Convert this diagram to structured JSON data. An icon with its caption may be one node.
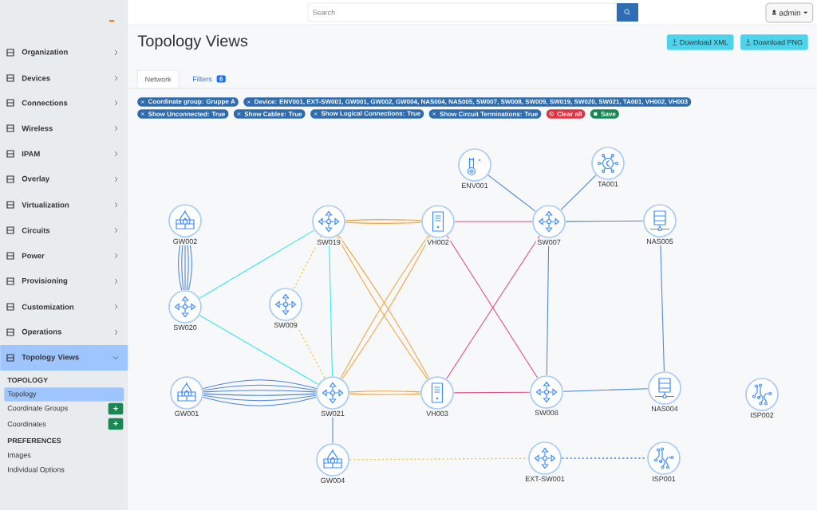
{
  "diagram": {
    "title": "Topology Views",
    "nodes": [
      {
        "text": [
          "ENV001"
        ]
      },
      {
        "text": [
          "TA001"
        ]
      },
      {
        "text": [
          "GW002"
        ]
      },
      {
        "text": [
          "SW019"
        ]
      },
      {
        "text": [
          "VH002"
        ]
      },
      {
        "text": [
          "SW007"
        ]
      },
      {
        "text": [
          "NAS005"
        ]
      },
      {
        "text": [
          "SW020"
        ]
      },
      {
        "text": [
          "SW009"
        ]
      },
      {
        "text": [
          "GW001"
        ]
      },
      {
        "text": [
          "SW021"
        ]
      },
      {
        "text": [
          "VH003"
        ]
      },
      {
        "text": [
          "SW008"
        ]
      },
      {
        "text": [
          "NAS004"
        ]
      },
      {
        "text": [
          "ISP002"
        ]
      },
      {
        "text": [
          "GW004"
        ]
      },
      {
        "text": [
          "EXT-SW001"
        ]
      },
      {
        "text": [
          "ISP001"
        ]
      }
    ],
    "edges": [
      {
        "from": 2,
        "to": 7,
        "arrow": "none",
        "color": "#4f86db"
      },
      {
        "from": 2,
        "to": 7,
        "arrow": "none",
        "color": "#4f86db"
      },
      {
        "from": 2,
        "to": 7,
        "arrow": "none",
        "color": "#4f86db"
      },
      {
        "from": 2,
        "to": 7,
        "arrow": "none",
        "color": "#4f86db"
      },
      {
        "from": 2,
        "to": 7,
        "arrow": "none",
        "color": "#4f86db"
      },
      {
        "from": 7,
        "to": 3,
        "arrow": "none",
        "color": "#33e8ee"
      },
      {
        "from": 7,
        "to": 10,
        "arrow": "none",
        "color": "#33e8ee"
      },
      {
        "from": 3,
        "to": 10,
        "arrow": "none",
        "color": "#33e8ee"
      },
      {
        "from": 3,
        "to": 8,
        "arrow": "none",
        "style": "dashed",
        "color": "#f5c542"
      },
      {
        "from": 8,
        "to": 10,
        "arrow": "none",
        "style": "dashed",
        "color": "#f5c542"
      },
      {
        "from": 3,
        "to": 4,
        "arrow": "none",
        "color": "#f5a33a"
      },
      {
        "from": 3,
        "to": 4,
        "arrow": "none",
        "color": "#f5a33a"
      },
      {
        "from": 3,
        "to": 11,
        "arrow": "none",
        "color": "#f5a33a"
      },
      {
        "from": 3,
        "to": 11,
        "arrow": "none",
        "color": "#f5a33a"
      },
      {
        "from": 10,
        "to": 4,
        "arrow": "none",
        "color": "#f5a33a"
      },
      {
        "from": 10,
        "to": 4,
        "arrow": "none",
        "color": "#f5a33a"
      },
      {
        "from": 10,
        "to": 11,
        "arrow": "none",
        "color": "#f5a33a"
      },
      {
        "from": 10,
        "to": 11,
        "arrow": "none",
        "color": "#f5a33a"
      },
      {
        "from": 9,
        "to": 10,
        "arrow": "none",
        "color": "#4f86db"
      },
      {
        "from": 9,
        "to": 10,
        "arrow": "none",
        "color": "#4f86db"
      },
      {
        "from": 9,
        "to": 10,
        "arrow": "none",
        "color": "#4f86db"
      },
      {
        "from": 9,
        "to": 10,
        "arrow": "none",
        "color": "#4f86db"
      },
      {
        "from": 9,
        "to": 10,
        "arrow": "none",
        "color": "#4f86db"
      },
      {
        "from": 9,
        "to": 10,
        "arrow": "none",
        "color": "#4f86db"
      },
      {
        "from": 10,
        "to": 15,
        "arrow": "none",
        "color": "#4f86db"
      },
      {
        "from": 15,
        "to": 16,
        "arrow": "none",
        "style": "dashed",
        "color": "#f5c542"
      },
      {
        "from": 16,
        "to": 17,
        "arrow": "none",
        "style": "dashed",
        "color": "#3f7be0"
      },
      {
        "from": 4,
        "to": 5,
        "arrow": "none",
        "color": "#e8487a"
      },
      {
        "from": 4,
        "to": 12,
        "arrow": "none",
        "color": "#e8487a"
      },
      {
        "from": 5,
        "to": 11,
        "arrow": "none",
        "color": "#e8487a"
      },
      {
        "from": 11,
        "to": 12,
        "arrow": "none",
        "color": "#e8487a"
      },
      {
        "from": 0,
        "to": 5,
        "arrow": "none",
        "color": "#4f86db"
      },
      {
        "from": 1,
        "to": 5,
        "arrow": "none",
        "color": "#4f86db"
      },
      {
        "from": 5,
        "to": 6,
        "arrow": "none",
        "color": "#4f86db"
      },
      {
        "from": 5,
        "to": 12,
        "arrow": "none",
        "color": "#4f86db"
      },
      {
        "from": 6,
        "to": 13,
        "arrow": "none",
        "color": "#4f86db"
      },
      {
        "from": 12,
        "to": 13,
        "arrow": "none",
        "color": "#4f86db"
      }
    ],
    "labels": [
      "Search",
      "admin",
      "Organization",
      "Devices",
      "Connections",
      "Wireless",
      "IPAM",
      "Overlay",
      "Virtualization",
      "Circuits",
      "Power",
      "Provisioning",
      "Customization",
      "Operations",
      "Topology Views",
      "TOPOLOGY",
      "Topology",
      "Coordinate Groups",
      "+",
      "Coordinates",
      "+",
      "PREFERENCES",
      "Images",
      "Individual Options",
      "Download XML",
      "Download PNG",
      "Network",
      "Filters",
      "6",
      "Coordinate group: Gruppe A",
      "Device: ENV001, EXT-SW001, GW001, GW002, GW004, NAS004, NAS005, SW007, SW008, SW009, SW019, SW020, SW021, TA001, VH002, VH003",
      "Show Unconnected: True",
      "Show Cables: True",
      "Show Logical Connections: True",
      "Show Circuit Terminations: True",
      "Clear all",
      "Save"
    ]
  }
}
